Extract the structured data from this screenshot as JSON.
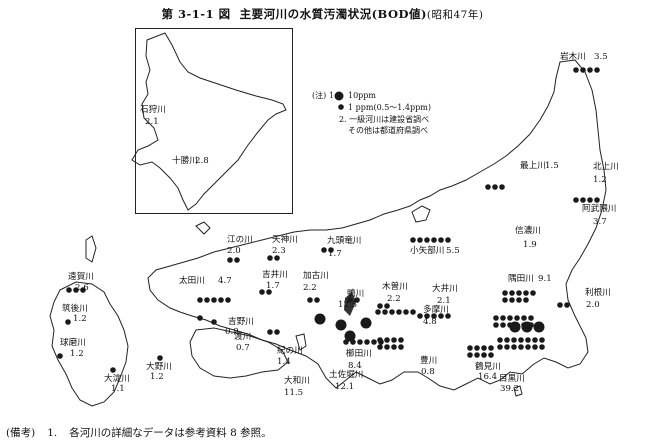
{
  "title": {
    "figure_no": "第 3-1-1 図",
    "main": "主要河川の水質汚濁状況(BOD値)",
    "period": "(昭和47年)"
  },
  "legend": {
    "prefix": "(注)",
    "item1_no": "1.",
    "big_label": "10ppm",
    "small_label": "1 ppm(0.5～1.4ppm)",
    "note2": "2. 一級河川は建設省調べ",
    "note3": "その他は都道府県調べ"
  },
  "rivers": [
    {
      "name": "石狩川",
      "value": "2.1"
    },
    {
      "name": "十勝川",
      "value": "2.8"
    },
    {
      "name": "岩木川",
      "value": "3.5"
    },
    {
      "name": "最上川",
      "value": "1.5"
    },
    {
      "name": "北上川",
      "value": "1.2"
    },
    {
      "name": "阿武隈川",
      "value": "3.7"
    },
    {
      "name": "信濃川",
      "value": "1.9"
    },
    {
      "name": "九頭竜川",
      "value": "1.7"
    },
    {
      "name": "小矢部川",
      "value": "5.5"
    },
    {
      "name": "江の川",
      "value": "2.0"
    },
    {
      "name": "天神川",
      "value": "2.3"
    },
    {
      "name": "遠賀川",
      "value": "2.6"
    },
    {
      "name": "太田川",
      "value": "4.7"
    },
    {
      "name": "吉井川",
      "value": "1.7"
    },
    {
      "name": "加古川",
      "value": "2.2"
    },
    {
      "name": "木曽川",
      "value": "2.2"
    },
    {
      "name": "隅田川",
      "value": "9.1"
    },
    {
      "name": "利根川",
      "value": "2.0"
    },
    {
      "name": "鴨川",
      "value": "12.5"
    },
    {
      "name": "大井川",
      "value": "2.1"
    },
    {
      "name": "筑後川",
      "value": "1.2"
    },
    {
      "name": "吉野川",
      "value": "0.9"
    },
    {
      "name": "多摩川",
      "value": "4.8"
    },
    {
      "name": "球磨川",
      "value": "1.2"
    },
    {
      "name": "渡川",
      "value": "0.7"
    },
    {
      "name": "紀の川",
      "value": "1.4"
    },
    {
      "name": "櫛田川",
      "value": "8.4"
    },
    {
      "name": "豊川",
      "value": "0.8"
    },
    {
      "name": "大野川",
      "value": "1.2"
    },
    {
      "name": "大淀川",
      "value": "1.1"
    },
    {
      "name": "大和川",
      "value": "11.5"
    },
    {
      "name": "土佐堀川",
      "value": "12.1"
    },
    {
      "name": "鶴見川",
      "value": "16.4"
    },
    {
      "name": "目黒川",
      "value": "39.2"
    }
  ],
  "remarks": {
    "label": "(備考)",
    "no": "1.",
    "text": "各河川の詳細なデータは参考資料 8 参照。"
  },
  "colors": {
    "ink": "#111111",
    "dot": "#1a1a1a",
    "bg": "#ffffff"
  }
}
